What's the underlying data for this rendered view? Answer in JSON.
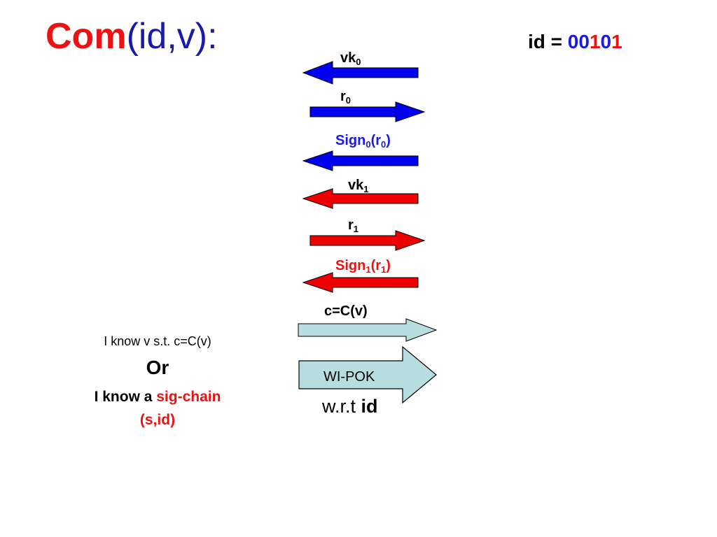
{
  "title": {
    "com": "Com",
    "args": "(id,v):"
  },
  "id_line": {
    "prefix": "id = ",
    "bits": [
      "0",
      "0",
      "1",
      "0",
      "1"
    ]
  },
  "messages": [
    {
      "base": "vk",
      "sub": "0",
      "rest": "",
      "direction": "left",
      "color": "blue"
    },
    {
      "base": "r",
      "sub": "0",
      "rest": "",
      "direction": "right",
      "color": "blue"
    },
    {
      "base": "Sign",
      "sub": "0",
      "mid": "(r",
      "sub2": "0",
      "end": ")",
      "direction": "left",
      "color": "blue"
    },
    {
      "base": "vk",
      "sub": "1",
      "rest": "",
      "direction": "left",
      "color": "red"
    },
    {
      "base": "r",
      "sub": "1",
      "rest": "",
      "direction": "right",
      "color": "red"
    },
    {
      "base": "Sign",
      "sub": "1",
      "mid": "(r",
      "sub2": "1",
      "end": ")",
      "direction": "left",
      "color": "red"
    }
  ],
  "commit": {
    "label": "c=C(v)"
  },
  "proof": {
    "label": "WI-POK",
    "wrt_prefix": "w.r.t ",
    "wrt_id": "id"
  },
  "statement": {
    "line1": "I know v s.t. c=C(v)",
    "or": "Or",
    "line3_prefix": "I know a ",
    "line3_highlight": "sig-chain",
    "line4": "(s,id)"
  },
  "colors": {
    "blue": "#0000ee",
    "red": "#ee0000",
    "light": "#b8dde0",
    "title_red": "#ee1111",
    "title_blue": "#1a1aa8"
  }
}
